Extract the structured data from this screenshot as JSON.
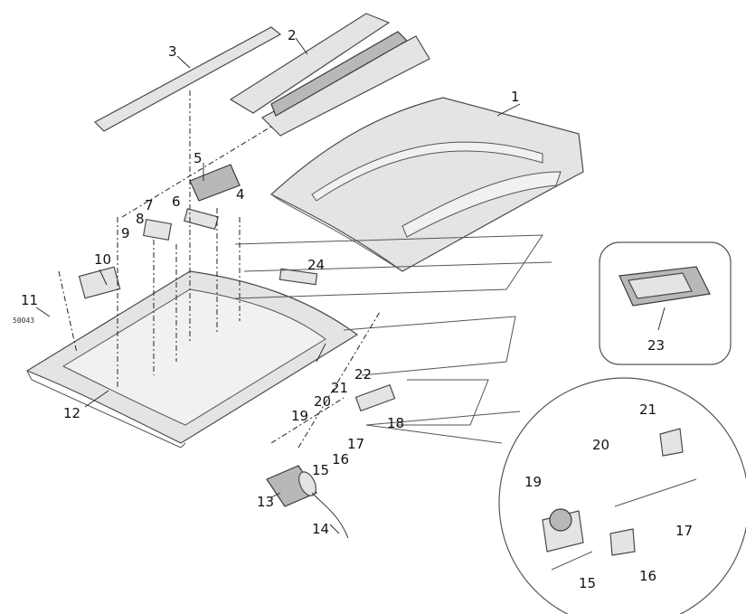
{
  "diagram": {
    "callouts": [
      "1",
      "2",
      "3",
      "4",
      "5",
      "6",
      "7",
      "8",
      "9",
      "10",
      "11",
      "12",
      "13",
      "14",
      "15",
      "16",
      "17",
      "18",
      "19",
      "20",
      "21",
      "22",
      "23",
      "24"
    ],
    "detail_callouts": [
      "19",
      "20",
      "21",
      "17",
      "16",
      "15"
    ],
    "small_label_11": "50043"
  }
}
